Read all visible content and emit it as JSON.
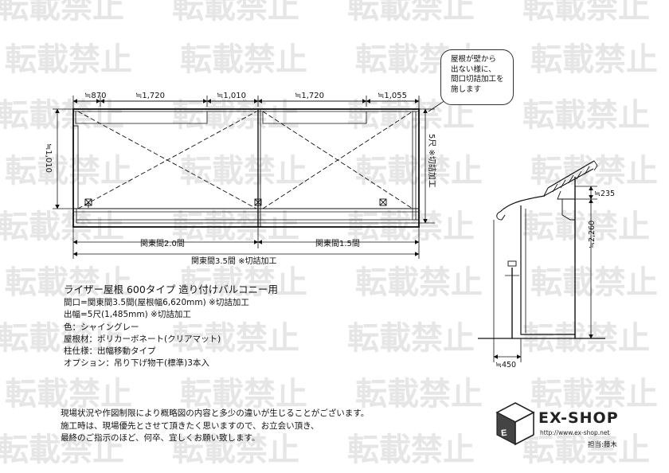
{
  "watermark": {
    "text": "転載禁止"
  },
  "dimensions": {
    "top": [
      "≒870",
      "≒1,720",
      "≒1,010",
      "≒1,720",
      "≒1,055"
    ],
    "left": "≒1,010",
    "right_side": "5尺 ※切詰加工",
    "bottom_span_left": "関東間2.0間",
    "bottom_span_right": "関東間1.5間",
    "bottom_total": "関東間3.5間 ※切詰加工",
    "side_top": "≒235",
    "side_height": "≒2,260",
    "side_depth": "≒450"
  },
  "callout": {
    "lines": [
      "屋根が壁から",
      "出ない様に、",
      "間口切詰加工を",
      "施します"
    ]
  },
  "spec": {
    "title": "ライザー屋根 600タイプ 造り付けバルコニー用",
    "lines": [
      "間口=関東間3.5間(屋根幅6,620mm) ※切詰加工",
      "出幅=5尺(1,485mm) ※切詰加工",
      "色：シャイングレー",
      "屋根材：ポリカーボネート(クリアマット)",
      "柱仕様：出幅移動タイプ",
      "オプション：吊り下げ物干(標準)3本入"
    ]
  },
  "note": {
    "lines": [
      "現場状況や作図制限により概略図の内容と多少の違いが生じることがございます。",
      "施工時は、現場優先とさせて頂きたく思いますので、お立会い頂き、",
      "最終のご指示のほど、何卒、宜しくお願い致します。"
    ]
  },
  "logo": {
    "brand": "EX-SHOP",
    "url": "http://www.ex-shop.net",
    "staff": "担当:藤木"
  },
  "colors": {
    "line": "#111111",
    "watermark": "#e6e6e6"
  }
}
